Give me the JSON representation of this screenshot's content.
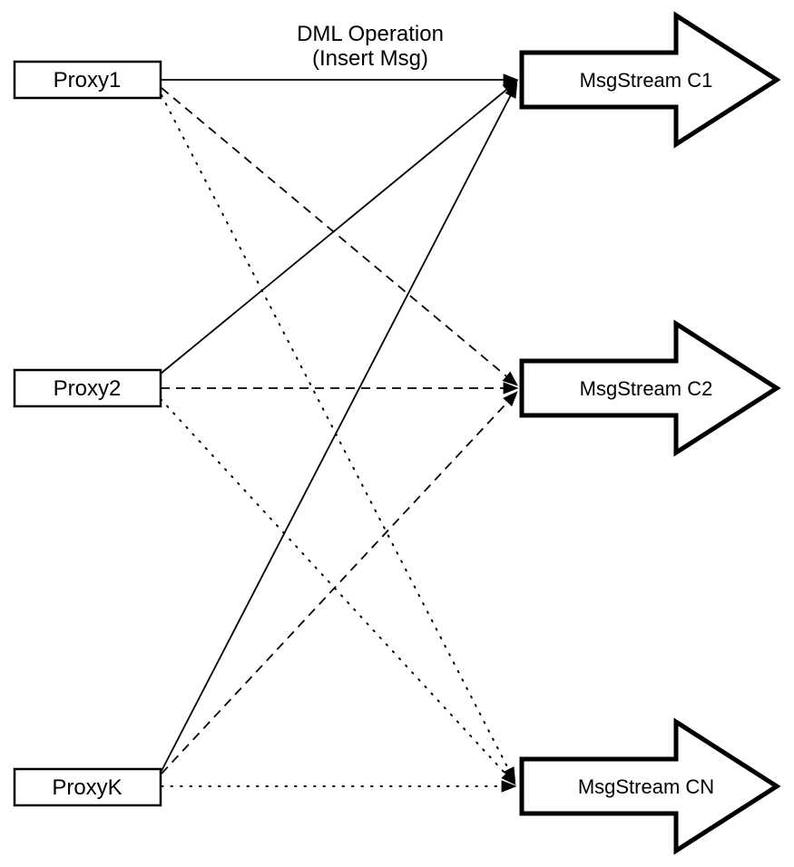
{
  "diagram": {
    "title": {
      "line1": "DML Operation",
      "line2": "(Insert Msg)"
    },
    "proxies": [
      {
        "label": "Proxy1"
      },
      {
        "label": "Proxy2"
      },
      {
        "label": "ProxyK"
      }
    ],
    "streams": [
      {
        "label": "MsgStream C1",
        "incoming_line_style": "solid"
      },
      {
        "label": "MsgStream C2",
        "incoming_line_style": "dashed"
      },
      {
        "label": "MsgStream CN",
        "incoming_line_style": "dotted"
      }
    ],
    "connections": [
      {
        "from": "Proxy1",
        "to": "MsgStream C1",
        "style": "solid"
      },
      {
        "from": "Proxy2",
        "to": "MsgStream C1",
        "style": "solid"
      },
      {
        "from": "ProxyK",
        "to": "MsgStream C1",
        "style": "solid"
      },
      {
        "from": "Proxy1",
        "to": "MsgStream C2",
        "style": "dashed"
      },
      {
        "from": "Proxy2",
        "to": "MsgStream C2",
        "style": "dashed"
      },
      {
        "from": "ProxyK",
        "to": "MsgStream C2",
        "style": "dashed"
      },
      {
        "from": "Proxy1",
        "to": "MsgStream CN",
        "style": "dotted"
      },
      {
        "from": "Proxy2",
        "to": "MsgStream CN",
        "style": "dotted"
      },
      {
        "from": "ProxyK",
        "to": "MsgStream CN",
        "style": "dotted"
      }
    ],
    "colors": {
      "background": "#ffffff",
      "stroke": "#000000",
      "shape_fill": "#ffffff"
    }
  }
}
